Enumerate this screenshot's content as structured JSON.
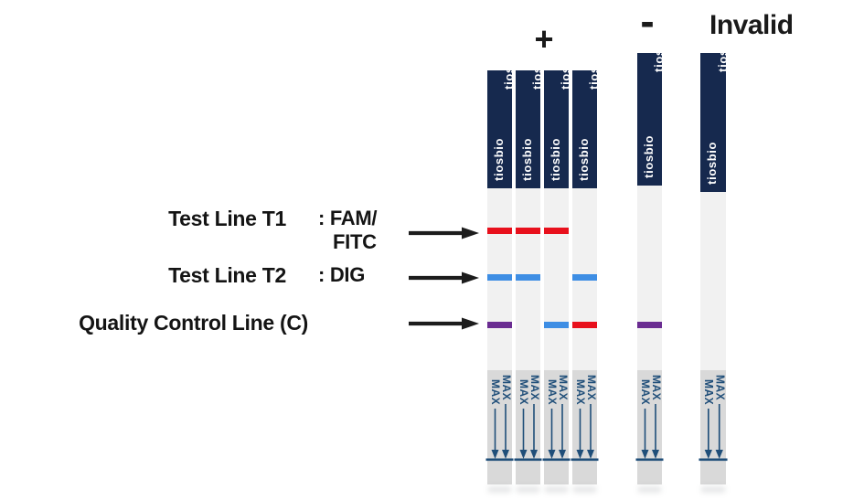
{
  "diagram": {
    "groups": [
      {
        "name": "positive",
        "label": "+"
      },
      {
        "name": "negative",
        "label": "-"
      },
      {
        "name": "invalid",
        "label": "Invalid"
      }
    ],
    "legend": {
      "rows": [
        {
          "name": "Test Line T1",
          "colon": ":",
          "value_line1": "FAM/",
          "value_line2": "FITC"
        },
        {
          "name": "Test Line T2",
          "colon": ":",
          "value_line1": "DIG"
        },
        {
          "name": "Quality Control Line (C)"
        }
      ]
    },
    "brand": "tiosbio",
    "max_label": "MAX",
    "colors": {
      "strip_header": "#16294e",
      "strip_body": "#f1f1f1",
      "strip_pad": "#d9d9d9",
      "marker_navy": "#1f4e79",
      "line_red": "#e8101c",
      "line_blue": "#3e8ee4",
      "line_purple": "#6a2c91",
      "text_black": "#1a1a1a"
    },
    "strips": [
      {
        "group": "positive",
        "lines": {
          "t1": "red",
          "t2": "blue",
          "c": "purple"
        }
      },
      {
        "group": "positive",
        "lines": {
          "t1": "red",
          "t2": "blue",
          "c": null
        }
      },
      {
        "group": "positive",
        "lines": {
          "t1": "red",
          "t2": null,
          "c": "blue"
        }
      },
      {
        "group": "positive",
        "lines": {
          "t1": null,
          "t2": "blue",
          "c": "red"
        }
      },
      {
        "group": "negative",
        "lines": {
          "t1": null,
          "t2": null,
          "c": "purple"
        }
      },
      {
        "group": "invalid",
        "lines": {
          "t1": null,
          "t2": null,
          "c": null
        }
      }
    ]
  }
}
